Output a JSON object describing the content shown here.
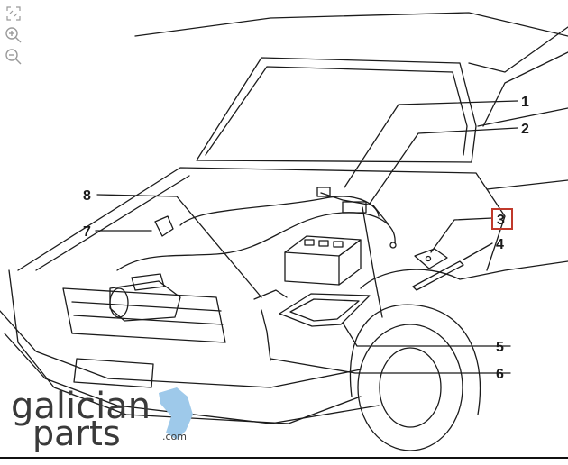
{
  "viewer": {
    "tools": [
      {
        "name": "fit-to-screen-icon"
      },
      {
        "name": "zoom-in-icon"
      },
      {
        "name": "zoom-out-icon"
      }
    ]
  },
  "diagram": {
    "callouts": [
      {
        "label": "1"
      },
      {
        "label": "2"
      },
      {
        "label": "3",
        "highlighted": true
      },
      {
        "label": "4"
      },
      {
        "label": "5"
      },
      {
        "label": "6"
      },
      {
        "label": "7"
      },
      {
        "label": "8"
      }
    ],
    "highlight_color": "#c0392b"
  },
  "logo": {
    "line1": "galician",
    "line2": "parts",
    "suffix": ".com",
    "accent_color": "#9ec9ea"
  }
}
